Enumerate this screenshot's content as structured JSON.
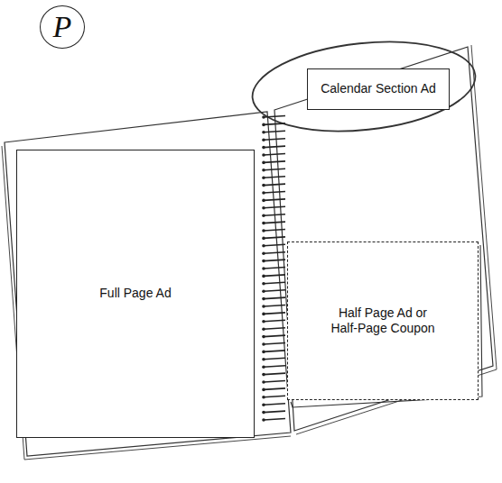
{
  "diagram": {
    "nodes": [
      {
        "text": [
          "P"
        ]
      },
      {
        "text": [
          "Full Page Ad"
        ]
      },
      {
        "text": [
          "Calendar Section Ad"
        ]
      },
      {
        "text": [
          "Half Page Ad or Half-Page Coupon"
        ]
      }
    ]
  }
}
